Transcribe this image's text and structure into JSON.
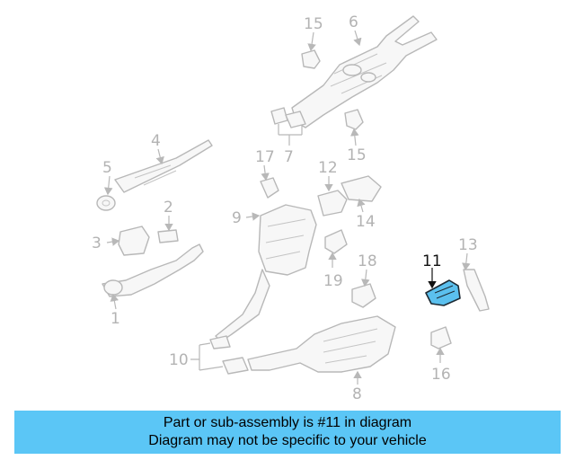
{
  "diagram": {
    "callouts": [
      "1",
      "2",
      "3",
      "4",
      "5",
      "6",
      "7",
      "8",
      "9",
      "10",
      "11",
      "12",
      "13",
      "14",
      "15",
      "15",
      "16",
      "17",
      "18",
      "19"
    ],
    "highlighted_part": "11",
    "colors": {
      "highlight_fill": "#5bc0ee",
      "banner_bg": "#5bc6f6",
      "line_gray": "#b8b8b8",
      "label_gray": "#b3b3b3"
    }
  },
  "banner": {
    "line1": "Part or sub-assembly is #11 in diagram",
    "line2": "Diagram may not be specific to your vehicle"
  }
}
